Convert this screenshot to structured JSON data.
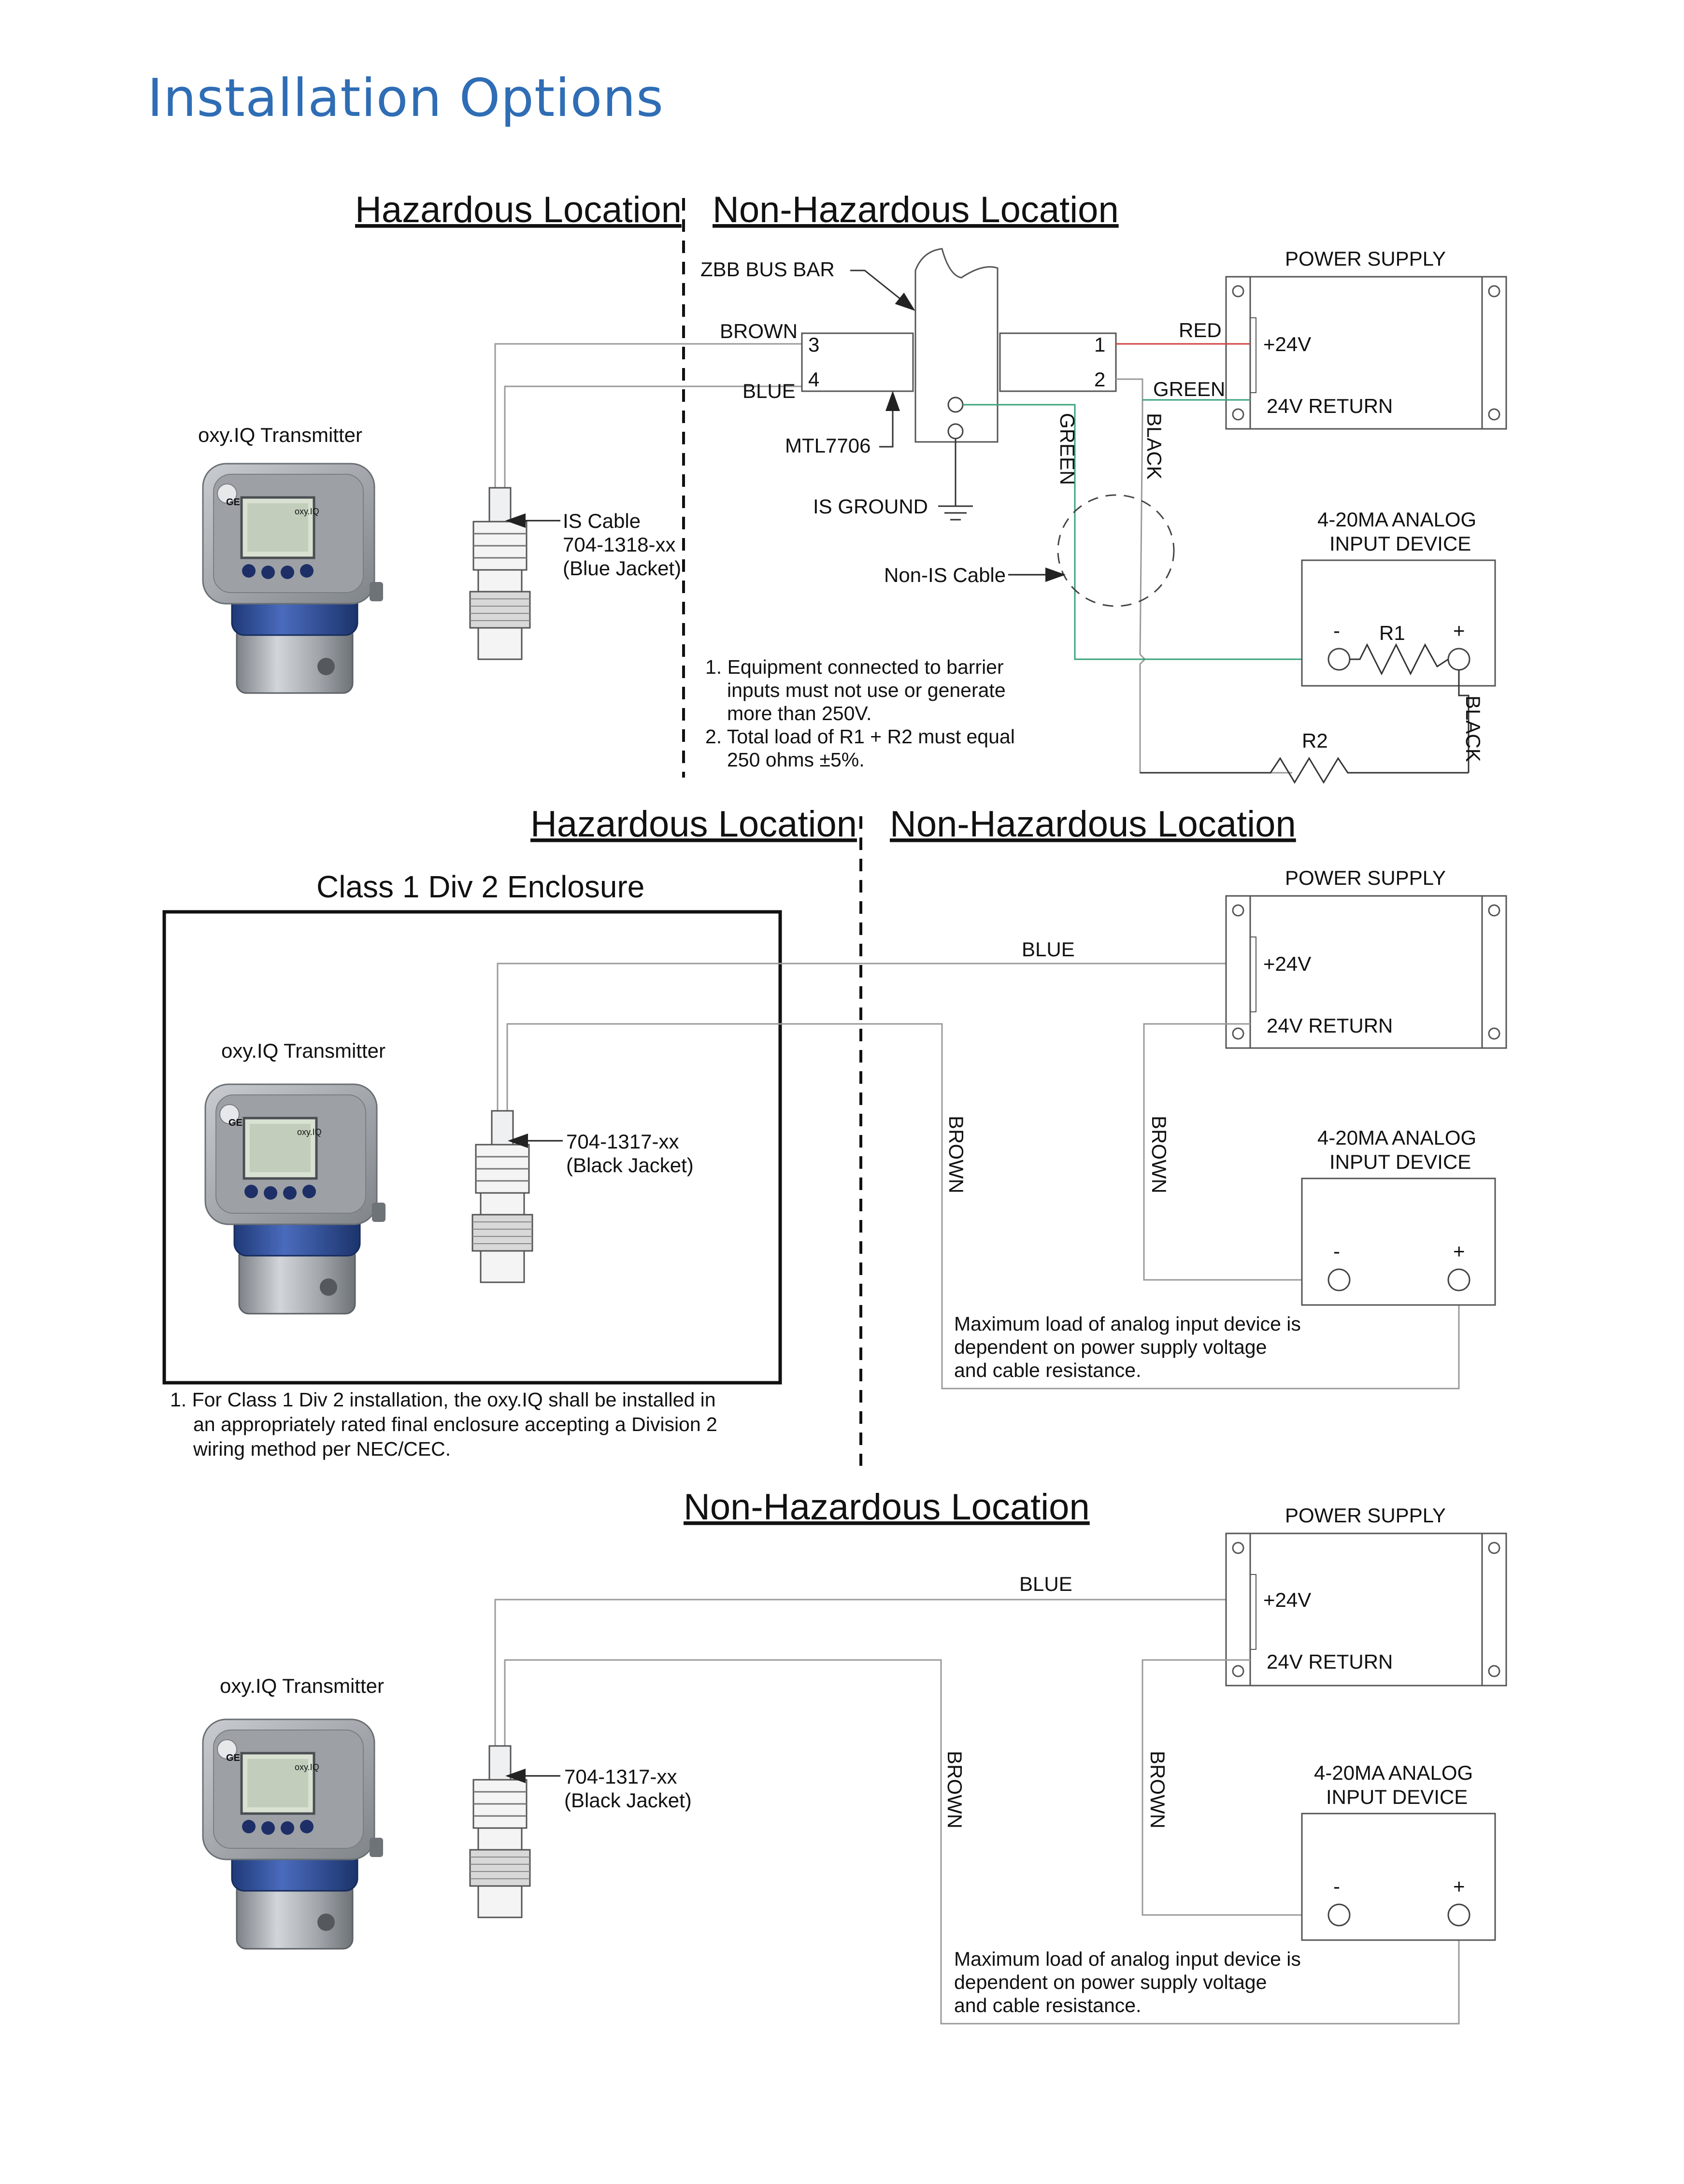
{
  "title": "Installation Options",
  "colors": {
    "title": "#2f6db5",
    "wire_red": "#d04040",
    "wire_green": "#3aa37a",
    "wire_gray": "#9a9a9a",
    "transmitter_body": "#a9adb3",
    "transmitter_ring": "#2f4f9a"
  },
  "sections": [
    {
      "hazardous_label": "Hazardous Location",
      "nonhazardous_label": "Non-Hazardous Location",
      "transmitter_label": "oxy.IQ Transmitter",
      "transmitter_logo": "GE",
      "transmitter_display": "oxy.IQ",
      "cable_label": [
        "IS Cable",
        "704-1318-xx",
        "(Blue Jacket)"
      ],
      "zbb_label": "ZBB BUS BAR",
      "mtl_label": "MTL7706",
      "is_ground_label": "IS GROUND",
      "nonis_cable_label": "Non-IS Cable",
      "wire_labels": {
        "brown": "BROWN",
        "blue": "BLUE",
        "red": "RED",
        "green": "GREEN",
        "green_v": "GREEN",
        "black_v": "BLACK",
        "black_v2": "BLACK"
      },
      "terminals": {
        "t3": "3",
        "t4": "4",
        "t1": "1",
        "t2": "2"
      },
      "power_supply": {
        "title": "POWER SUPPLY",
        "plus": "+24V",
        "return": "24V RETURN"
      },
      "analog_device": {
        "title1": "4-20MA ANALOG",
        "title2": "INPUT DEVICE",
        "minus": "-",
        "plus": "+",
        "r1": "R1"
      },
      "r2": "R2",
      "notes": [
        "1. Equipment connected to barrier",
        "inputs must not use or generate",
        "more than 250V.",
        "2. Total load of R1 + R2 must equal",
        "250 ohms ±5%."
      ]
    },
    {
      "hazardous_label": "Hazardous Location",
      "nonhazardous_label": "Non-Hazardous Location",
      "enclosure_label": "Class 1 Div 2 Enclosure",
      "transmitter_label": "oxy.IQ Transmitter",
      "transmitter_logo": "GE",
      "transmitter_display": "oxy.IQ",
      "cable_label": [
        "704-1317-xx",
        "(Black Jacket)"
      ],
      "wire_labels": {
        "blue": "BLUE",
        "brown_a": "BROWN",
        "brown_b": "BROWN"
      },
      "power_supply": {
        "title": "POWER SUPPLY",
        "plus": "+24V",
        "return": "24V RETURN"
      },
      "analog_device": {
        "title1": "4-20MA ANALOG",
        "title2": "INPUT DEVICE",
        "minus": "-",
        "plus": "+"
      },
      "load_note": [
        "Maximum load of analog input device is",
        "dependent on power supply voltage",
        "and cable resistance."
      ],
      "notes": [
        "1. For Class 1 Div 2 installation, the oxy.IQ shall be installed in",
        "an appropriately rated final enclosure accepting a Division 2",
        "wiring method per NEC/CEC."
      ]
    },
    {
      "nonhazardous_label": "Non-Hazardous Location",
      "transmitter_label": "oxy.IQ Transmitter",
      "transmitter_logo": "GE",
      "transmitter_display": "oxy.IQ",
      "cable_label": [
        "704-1317-xx",
        "(Black Jacket)"
      ],
      "wire_labels": {
        "blue": "BLUE",
        "brown_a": "BROWN",
        "brown_b": "BROWN"
      },
      "power_supply": {
        "title": "POWER SUPPLY",
        "plus": "+24V",
        "return": "24V RETURN"
      },
      "analog_device": {
        "title1": "4-20MA ANALOG",
        "title2": "INPUT DEVICE",
        "minus": "-",
        "plus": "+"
      },
      "load_note": [
        "Maximum load of analog input device is",
        "dependent on power supply voltage",
        "and cable resistance."
      ]
    }
  ]
}
